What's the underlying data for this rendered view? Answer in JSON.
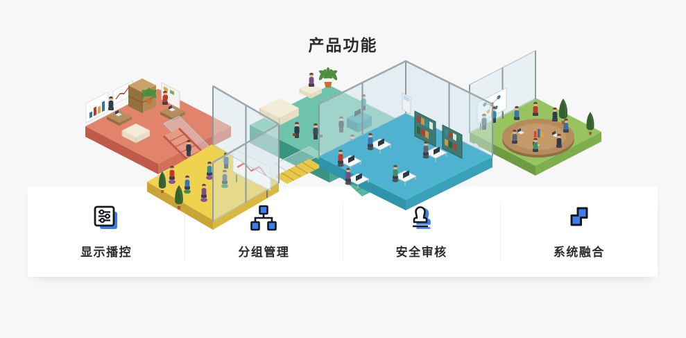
{
  "page": {
    "title": "产品功能",
    "background": "#f7f7f8"
  },
  "features": [
    {
      "label": "显示播控",
      "icon": "display-control-icon"
    },
    {
      "label": "分组管理",
      "icon": "group-management-icon"
    },
    {
      "label": "安全审核",
      "icon": "security-audit-icon"
    },
    {
      "label": "系统融合",
      "icon": "system-integration-icon"
    }
  ],
  "colors": {
    "accent_blue": "#3c7df0",
    "icon_outline": "#15181d",
    "card_background": "#ffffff",
    "divider": "#ededee",
    "title_text": "#2b2b2b",
    "platform_salmon": "#e2836c",
    "platform_yellow": "#efd24d",
    "platform_teal": "#6fc3ab",
    "platform_blue": "#4fb2d0",
    "platform_green": "#97c45f"
  }
}
